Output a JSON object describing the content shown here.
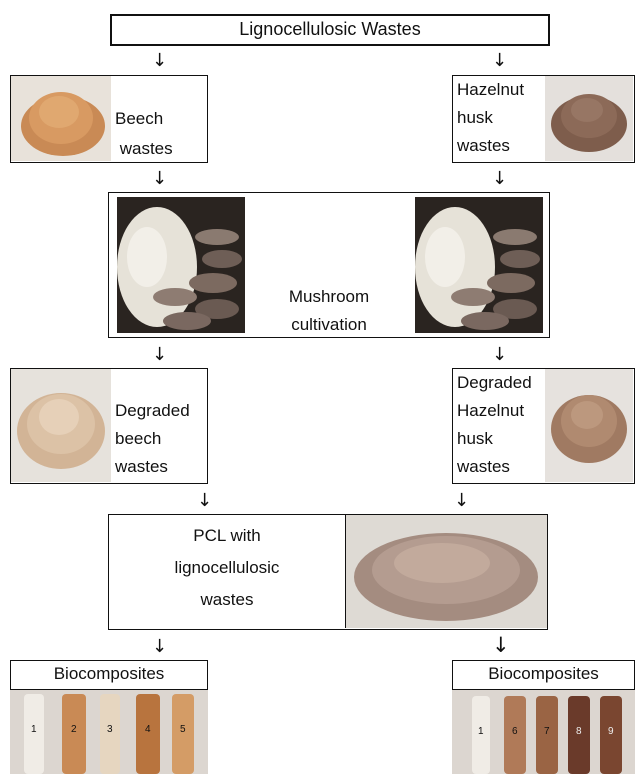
{
  "title": "Lignocellulosic Wastes",
  "left_raw": "Beech\n wastes",
  "right_raw": "Hazelnut\nhusk\nwastes",
  "mushroom": "Mushroom\ncultivation",
  "left_degraded": "Degraded\nbeech\nwastes",
  "right_degraded": "Degraded\nHazelnut\nhusk\nwastes",
  "pcl": "PCL with\nlignocellulosic\nwastes",
  "biocomposites_left": "Biocomposites",
  "biocomposites_right": "Biocomposites",
  "specimens_left": [
    "1",
    "2",
    "3",
    "4",
    "5"
  ],
  "specimens_right": [
    "1",
    "6",
    "7",
    "8",
    "9"
  ],
  "arrow_glyph": "↓"
}
